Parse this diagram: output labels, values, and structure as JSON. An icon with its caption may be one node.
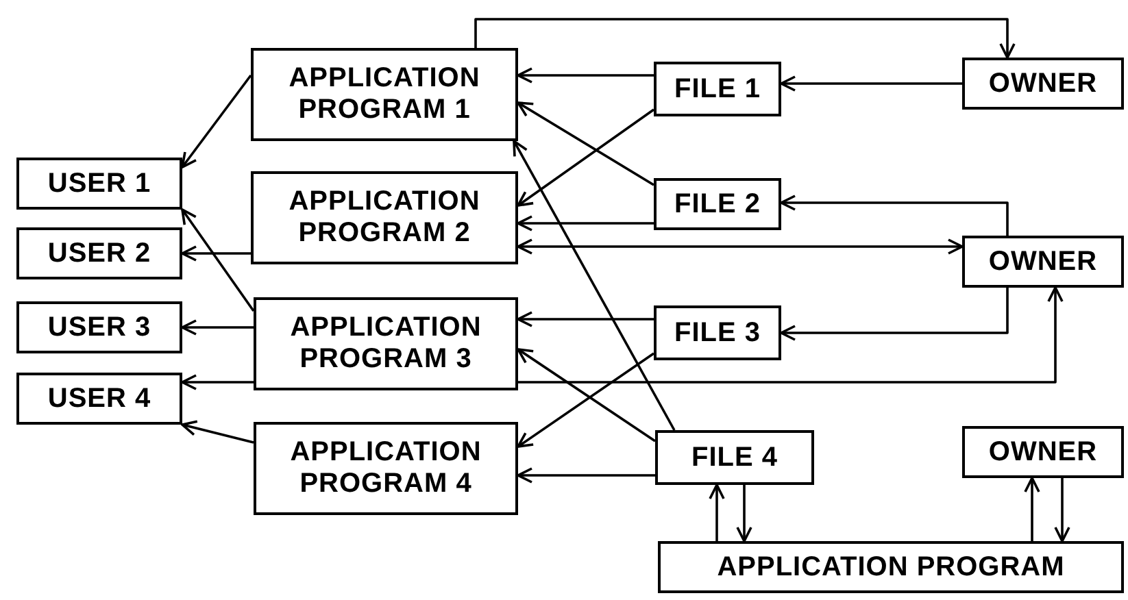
{
  "diagram": {
    "nodes": [
      {
        "text": [
          "APPLICATION PROGRAM 1"
        ]
      },
      {
        "text": [
          "FILE 1"
        ]
      },
      {
        "text": [
          "OWNER"
        ]
      },
      {
        "text": [
          "USER 1"
        ]
      },
      {
        "text": [
          "APPLICATION PROGRAM 2"
        ]
      },
      {
        "text": [
          "FILE 2"
        ]
      },
      {
        "text": [
          "USER 2"
        ]
      },
      {
        "text": [
          "OWNER"
        ]
      },
      {
        "text": [
          "USER 3"
        ]
      },
      {
        "text": [
          "APPLICATION PROGRAM 3"
        ]
      },
      {
        "text": [
          "FILE 3"
        ]
      },
      {
        "text": [
          "USER 4"
        ]
      },
      {
        "text": [
          "APPLICATION PROGRAM 4"
        ]
      },
      {
        "text": [
          "FILE 4"
        ]
      },
      {
        "text": [
          "OWNER"
        ]
      },
      {
        "text": [
          "APPLICATION PROGRAM"
        ]
      }
    ],
    "edges": [
      {
        "from": 0,
        "to": 3,
        "arrow": "to"
      },
      {
        "from": 0,
        "to": 2,
        "arrow": "to"
      },
      {
        "from": 1,
        "to": 0,
        "arrow": "to"
      },
      {
        "from": 2,
        "to": 1,
        "arrow": "to"
      },
      {
        "from": 1,
        "to": 4,
        "arrow": "to"
      },
      {
        "from": 5,
        "to": 0,
        "arrow": "to"
      },
      {
        "from": 13,
        "to": 0,
        "arrow": "to"
      },
      {
        "from": 5,
        "to": 4,
        "arrow": "to"
      },
      {
        "from": 4,
        "to": 7,
        "arrow": "both"
      },
      {
        "from": 7,
        "to": 5,
        "arrow": "to"
      },
      {
        "from": 9,
        "to": 3,
        "arrow": "to"
      },
      {
        "from": 4,
        "to": 6,
        "arrow": "to"
      },
      {
        "from": 9,
        "to": 8,
        "arrow": "to"
      },
      {
        "from": 9,
        "to": 11,
        "arrow": "to"
      },
      {
        "from": 10,
        "to": 9,
        "arrow": "to"
      },
      {
        "from": 7,
        "to": 10,
        "arrow": "to"
      },
      {
        "from": 9,
        "to": 7,
        "arrow": "to"
      },
      {
        "from": 13,
        "to": 9,
        "arrow": "to"
      },
      {
        "from": 10,
        "to": 12,
        "arrow": "to"
      },
      {
        "from": 13,
        "to": 12,
        "arrow": "to"
      },
      {
        "from": 12,
        "to": 11,
        "arrow": "to"
      },
      {
        "from": 15,
        "to": 13,
        "arrow": "to"
      },
      {
        "from": 13,
        "to": 15,
        "arrow": "to"
      },
      {
        "from": 15,
        "to": 14,
        "arrow": "to"
      },
      {
        "from": 14,
        "to": 15,
        "arrow": "to"
      }
    ]
  }
}
